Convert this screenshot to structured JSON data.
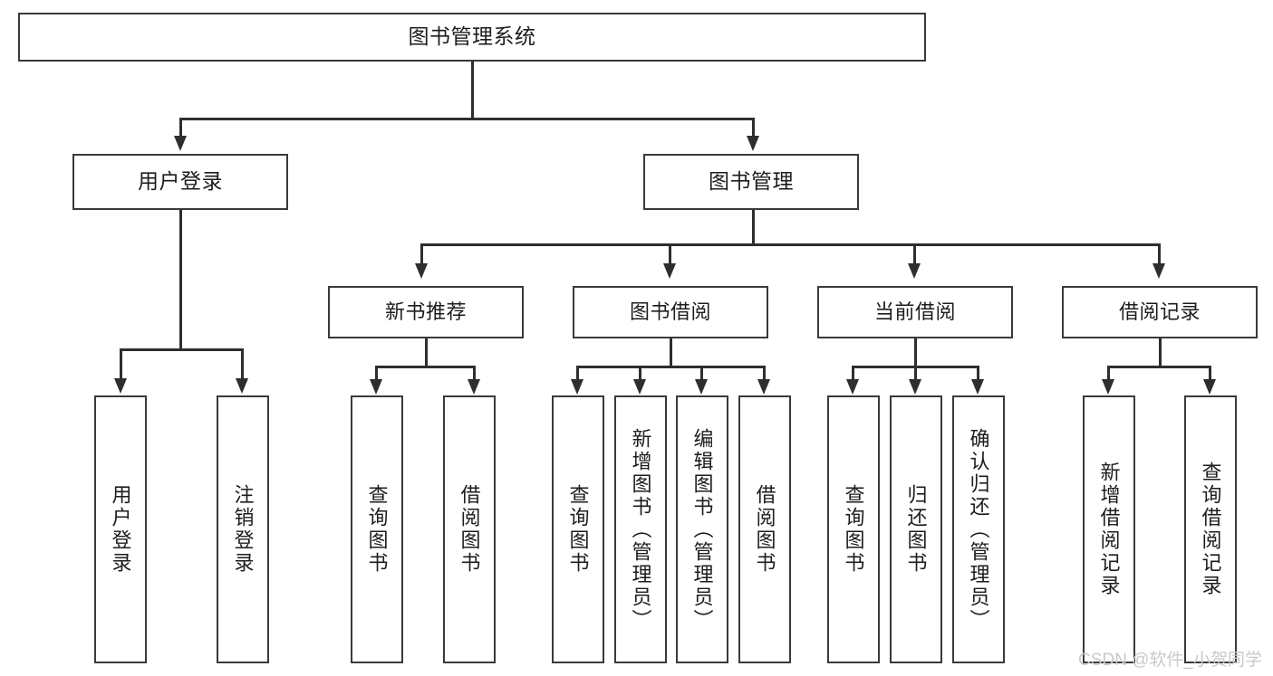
{
  "diagram": {
    "type": "tree-hierarchy",
    "title": "图书管理系统",
    "orientation": "top-down",
    "colors": {
      "box_border": "#3a3a3a",
      "connector": "#2e2e2e",
      "text": "#1d1d1d",
      "background": "#ffffff",
      "watermark": "#c9c9c9"
    },
    "root": {
      "label": "图书管理系统"
    },
    "level1": [
      {
        "label": "用户登录"
      },
      {
        "label": "图书管理"
      }
    ],
    "level2": [
      {
        "label": "新书推荐"
      },
      {
        "label": "图书借阅"
      },
      {
        "label": "当前借阅"
      },
      {
        "label": "借阅记录"
      }
    ],
    "leaves": {
      "user_login": [
        {
          "label": "用户登录"
        },
        {
          "label": "注销登录"
        }
      ],
      "new_book_recommend": [
        {
          "label": "查询图书"
        },
        {
          "label": "借阅图书"
        }
      ],
      "book_borrow": [
        {
          "label": "查询图书"
        },
        {
          "label": "新增图书（管理员）"
        },
        {
          "label": "编辑图书（管理员）"
        },
        {
          "label": "借阅图书"
        }
      ],
      "current_borrow": [
        {
          "label": "查询图书"
        },
        {
          "label": "归还图书"
        },
        {
          "label": "确认归还（管理员）"
        }
      ],
      "borrow_record": [
        {
          "label": "新增借阅记录"
        },
        {
          "label": "查询借阅记录"
        }
      ]
    }
  },
  "watermark": {
    "text": "CSDN @软件_小贺同学"
  }
}
